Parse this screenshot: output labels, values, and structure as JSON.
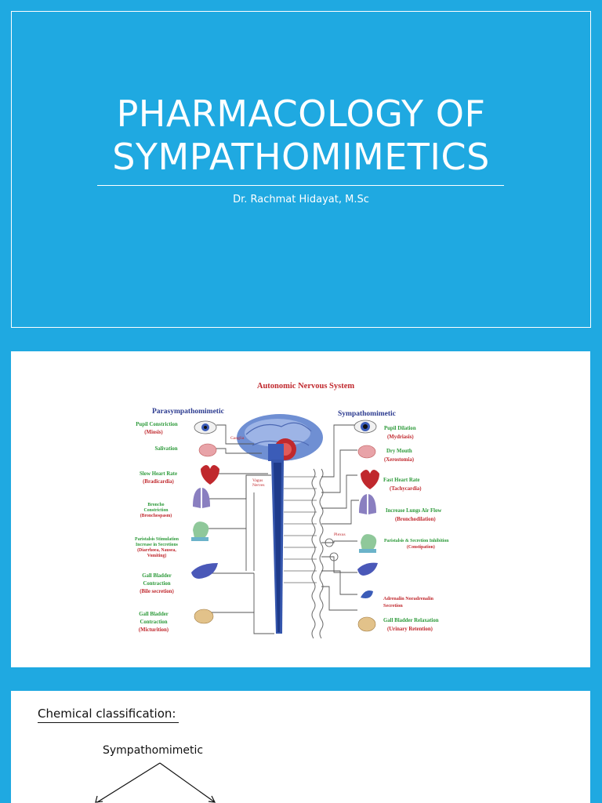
{
  "slide1": {
    "title_line1": "PHARMACOLOGY OF",
    "title_line2": "SYMPATHOMIMETICS",
    "subtitle": "Dr. Rachmat Hidayat, M.Sc"
  },
  "slide2": {
    "diagram_title": "Autonomic Nervous System",
    "left_header": "Parasympathomimetic",
    "right_header": "Sympathomimetic",
    "ganglia_label": "Ganglia",
    "vagus_label_1": "Vagus",
    "vagus_label_2": "Nerves",
    "plexus_label": "Plexus",
    "left_items": [
      {
        "green": [
          "Pupil Constriction"
        ],
        "red": [
          "(Miosis)"
        ]
      },
      {
        "green": [
          "Salivation"
        ],
        "red": []
      },
      {
        "green": [
          "Slow Heart Rate"
        ],
        "red": [
          "(Bradicardia)"
        ]
      },
      {
        "green": [
          "Broncho",
          "Constriction"
        ],
        "red": [
          "(Bronchospasm)"
        ]
      },
      {
        "green": [
          "Paristalsis Stimulation",
          "Increase in Secretions"
        ],
        "red": [
          "(Diarrhoea, Nausea,",
          "Vomiting)"
        ]
      },
      {
        "green": [
          "Gall Bladder",
          "Contraction"
        ],
        "red": [
          "(Bile secretion)"
        ]
      },
      {
        "green": [
          "Gall Bladder",
          "Contraction"
        ],
        "red": [
          "(Micturition)"
        ]
      }
    ],
    "right_items": [
      {
        "green": [
          "Pupil Dilation"
        ],
        "red": [
          "(Mydriasis)"
        ]
      },
      {
        "green": [
          "Dry Mouth"
        ],
        "red": [
          "(Xerostomia)"
        ]
      },
      {
        "green": [
          "Fast Heart Rate"
        ],
        "red": [
          "(Tachycardia)"
        ]
      },
      {
        "green": [
          "Increase Lungs Air Flow"
        ],
        "red": [
          "(Bronchodilation)"
        ]
      },
      {
        "green": [
          "Paristalsis & Secretion Inhibition"
        ],
        "red": [
          "(Constipation)"
        ]
      },
      {
        "green": [],
        "red": [
          "Adrenalin Noradrenalin",
          "Secretion"
        ]
      },
      {
        "green": [
          "Gall Bladder Relaxation"
        ],
        "red": [
          "(Urinary Retention)"
        ]
      }
    ]
  },
  "slide3": {
    "heading": "Chemical classification:",
    "root_node": "Sympathomimetic"
  },
  "colors": {
    "background": "#1fa9e1",
    "slide_text": "#ffffff",
    "diagram_red": "#c0282d",
    "diagram_green": "#2d9a3a",
    "diagram_blue": "#2b3a8f"
  }
}
